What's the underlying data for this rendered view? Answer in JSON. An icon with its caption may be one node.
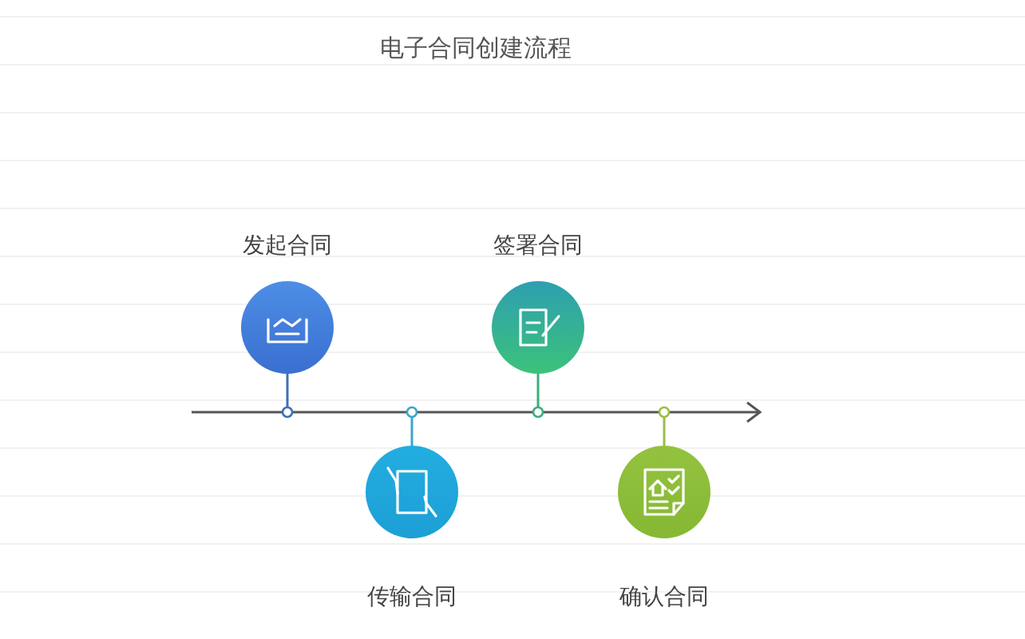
{
  "diagram": {
    "title": "电子合同创建流程",
    "nodes": [
      {
        "text": [
          "发起合同"
        ]
      },
      {
        "text": [
          "传输合同"
        ]
      },
      {
        "text": [
          "签署合同"
        ]
      },
      {
        "text": [
          "确认合同"
        ]
      }
    ]
  }
}
